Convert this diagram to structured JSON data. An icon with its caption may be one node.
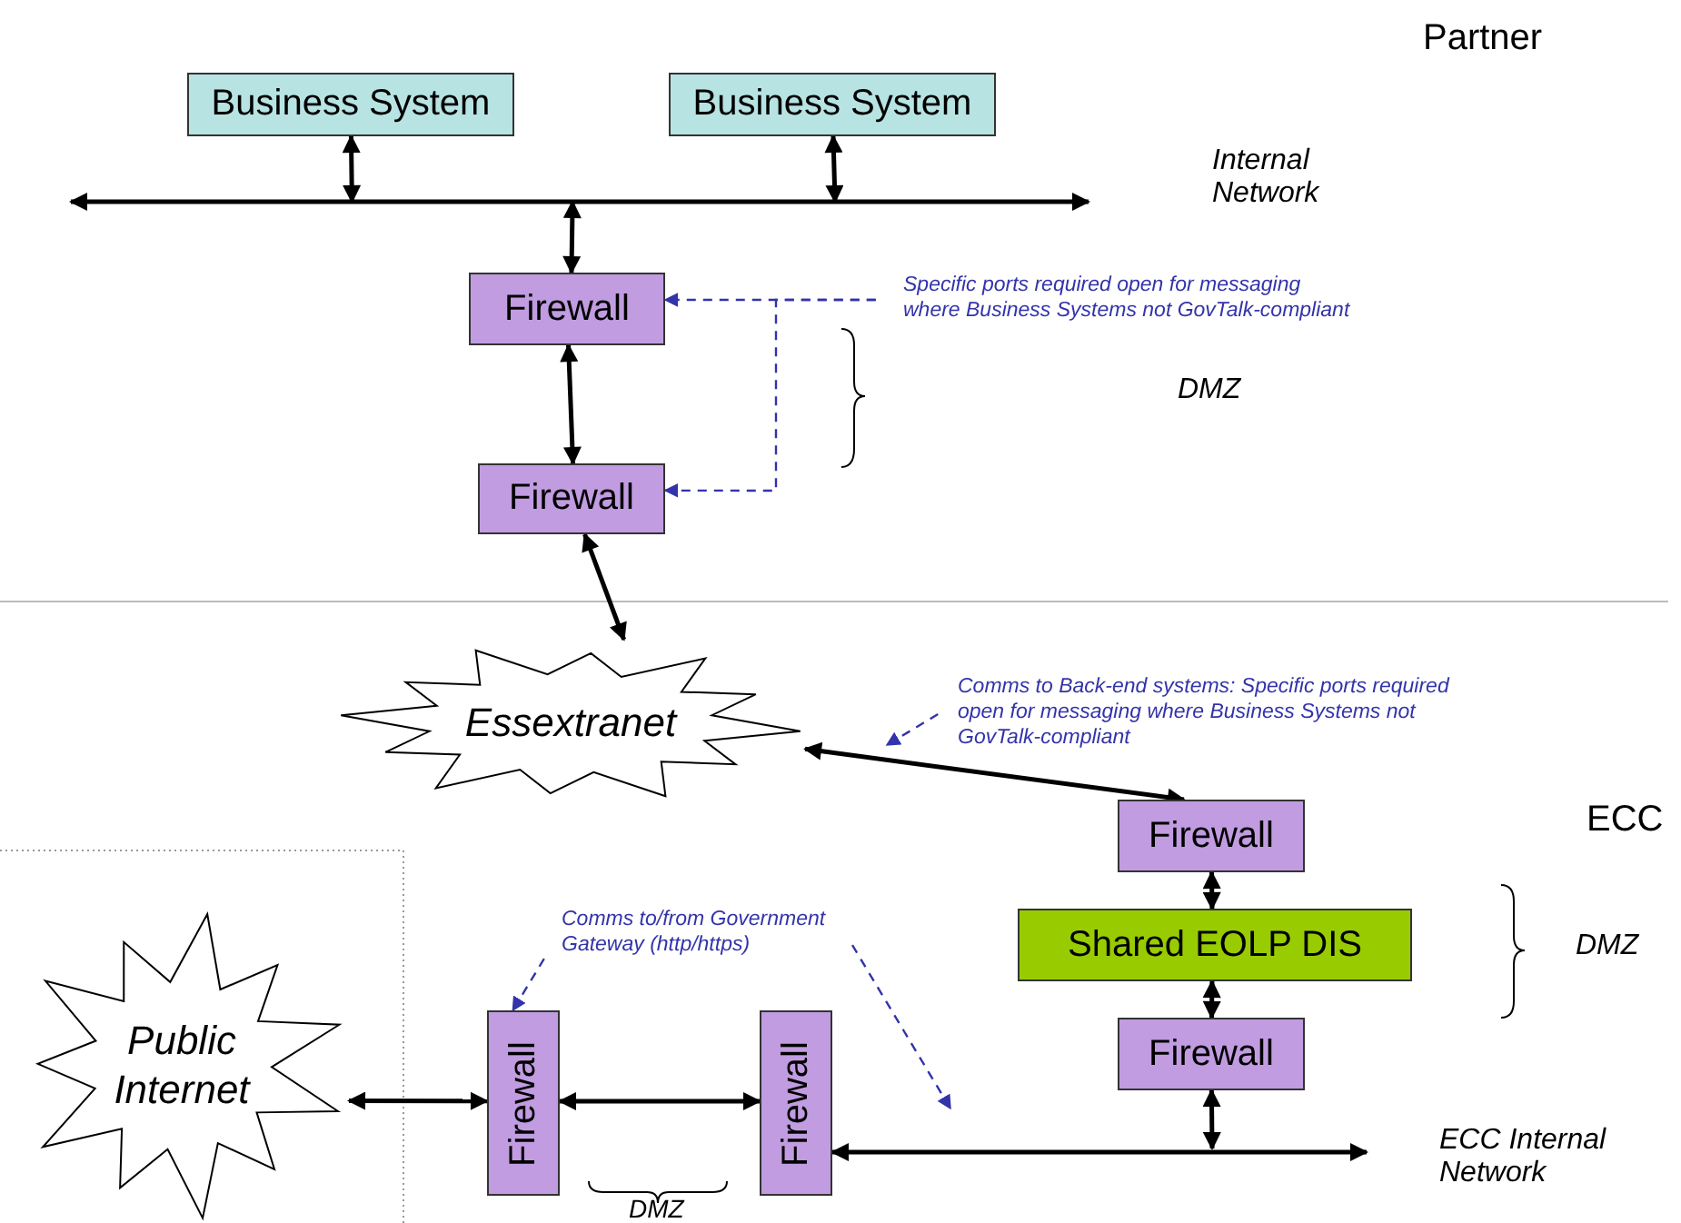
{
  "diagram": {
    "nodes": [
      {
        "text": [
          "Business System"
        ]
      },
      {
        "text": [
          "Business System"
        ]
      },
      {
        "text": [],
        "shape": "bar"
      },
      {
        "text": [
          "Firewall"
        ]
      },
      {
        "text": [
          "Firewall"
        ]
      },
      {
        "text": [
          "Essextranet"
        ]
      },
      {
        "text": [
          "Firewall"
        ]
      },
      {
        "text": [
          "Shared EOLP DIS"
        ]
      },
      {
        "text": [
          "Firewall"
        ]
      },
      {
        "text": [
          "Public Internet"
        ]
      },
      {
        "text": [
          "Firewall"
        ]
      },
      {
        "text": [
          "Firewall"
        ]
      },
      {
        "text": [
          "Specific ports required open for messaging where Business Systems not GovTalk-compliant"
        ]
      },
      {
        "text": [
          "Comms to Back-end systems: Specific ports required open for messaging where Business Systems not GovTalk-compliant"
        ]
      },
      {
        "text": [
          "Comms to/from Government Gateway (http/https)"
        ]
      }
    ],
    "edges": [
      {
        "from": 0,
        "to": 2,
        "arrow": "both"
      },
      {
        "from": 1,
        "to": 2,
        "arrow": "both"
      },
      {
        "from": 2,
        "to": 3,
        "arrow": "both"
      },
      {
        "from": 3,
        "to": 4,
        "arrow": "both"
      },
      {
        "from": 4,
        "to": 5,
        "arrow": "both"
      },
      {
        "from": 5,
        "to": 6,
        "arrow": "both"
      },
      {
        "from": 6,
        "to": 7,
        "arrow": "both"
      },
      {
        "from": 7,
        "to": 8,
        "arrow": "both"
      },
      {
        "from": 8,
        "to": null,
        "arrow": "both"
      },
      {
        "from": 11,
        "to": null,
        "arrow": "both"
      },
      {
        "from": 9,
        "to": 10,
        "arrow": "both"
      },
      {
        "from": 10,
        "to": 11,
        "arrow": "both"
      },
      {
        "from": 12,
        "to": 3,
        "arrow": "to",
        "style": "dashed",
        "color": "#3333aa"
      },
      {
        "from": 12,
        "to": 4,
        "arrow": "to",
        "style": "dashed",
        "color": "#3333aa"
      },
      {
        "from": 13,
        "to": null,
        "arrow": "to",
        "style": "dashed",
        "color": "#3333aa"
      },
      {
        "from": 14,
        "to": 10,
        "arrow": "to",
        "style": "dashed",
        "color": "#3333aa"
      },
      {
        "from": 14,
        "to": null,
        "arrow": "to",
        "style": "dashed",
        "color": "#3333aa"
      }
    ],
    "labels": [
      "Partner",
      "Internal Network",
      "DMZ",
      "ECC",
      "DMZ",
      "ECC Internal Network",
      "DMZ"
    ]
  }
}
